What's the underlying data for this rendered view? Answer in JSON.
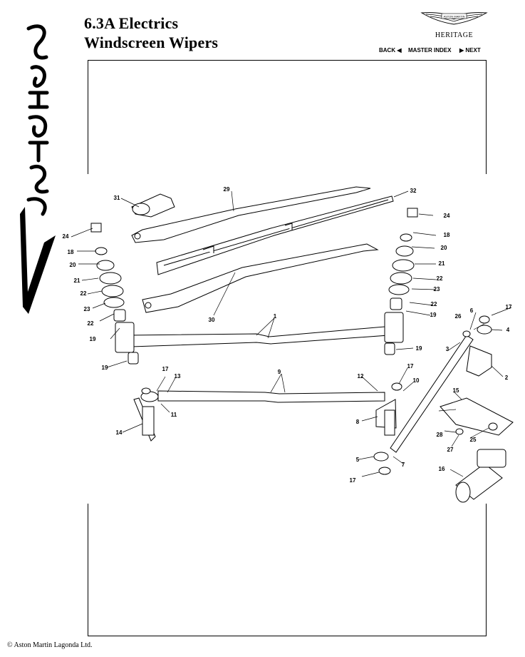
{
  "header": {
    "section_title": "6.3A Electrics",
    "page_title": "Windscreen Wipers",
    "brand_text": "ASTON MARTIN",
    "heritage": "HERITAGE"
  },
  "nav": {
    "back": "BACK ◀",
    "master_index": "MASTER INDEX",
    "next": "▶ NEXT"
  },
  "side_logo": {
    "text": "Vantage"
  },
  "callouts": [
    "1",
    "2",
    "3",
    "4",
    "5",
    "6",
    "7",
    "8",
    "9",
    "10",
    "11",
    "12",
    "13",
    "14",
    "15",
    "16",
    "17",
    "18",
    "19",
    "20",
    "21",
    "22",
    "23",
    "24",
    "25",
    "26",
    "27",
    "28",
    "29",
    "30",
    "31",
    "32"
  ],
  "footer": {
    "copyright": "© Aston Martin Lagonda Ltd."
  }
}
